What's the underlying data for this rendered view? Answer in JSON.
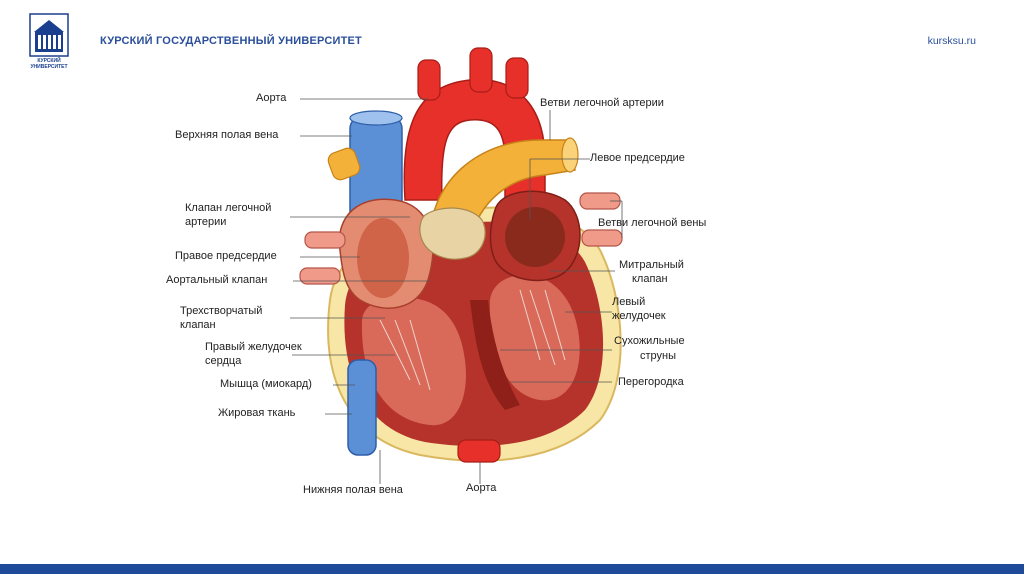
{
  "header": {
    "logo_text": "КУРСКИЙ УНИВЕРСИТЕТ",
    "university": "КУРСКИЙ ГОСУДАРСТВЕННЫЙ УНИВЕРСИТЕТ",
    "site": "kursksu.ru"
  },
  "colors": {
    "brand": "#2b4f9a",
    "footer": "#1f4a9a",
    "aorta": "#e8302a",
    "vein": "#5b8fd6",
    "pulmonary": "#f4b13a",
    "myocard": "#b5332a"
  },
  "labels": {
    "aorta_top": "Аорта",
    "sup_vena_cava": "Верхняя полая вена",
    "pulm_valve_1": "Клапан легочной",
    "pulm_valve_2": "артерии",
    "right_atrium": "Правое предсердие",
    "aortic_valve": "Аортальный клапан",
    "tricuspid_1": "Трехстворчатый",
    "tricuspid_2": "клапан",
    "right_ventricle_1": "Правый желудочек",
    "right_ventricle_2": "сердца",
    "myocard": "Мышца (миокард)",
    "fat": "Жировая ткань",
    "inf_vena_cava": "Нижняя полая вена",
    "aorta_bottom": "Аорта",
    "pulm_artery_branches": "Ветви легочной артерии",
    "left_atrium": "Левое предсердие",
    "pulm_vein_branches": "Ветви легочной вены",
    "mitral_1": "Митральный",
    "mitral_2": "клапан",
    "left_ventricle_1": "Левый",
    "left_ventricle_2": "желудочек",
    "chordae_1": "Сухожильные",
    "chordae_2": "струны",
    "septum": "Перегородка"
  }
}
